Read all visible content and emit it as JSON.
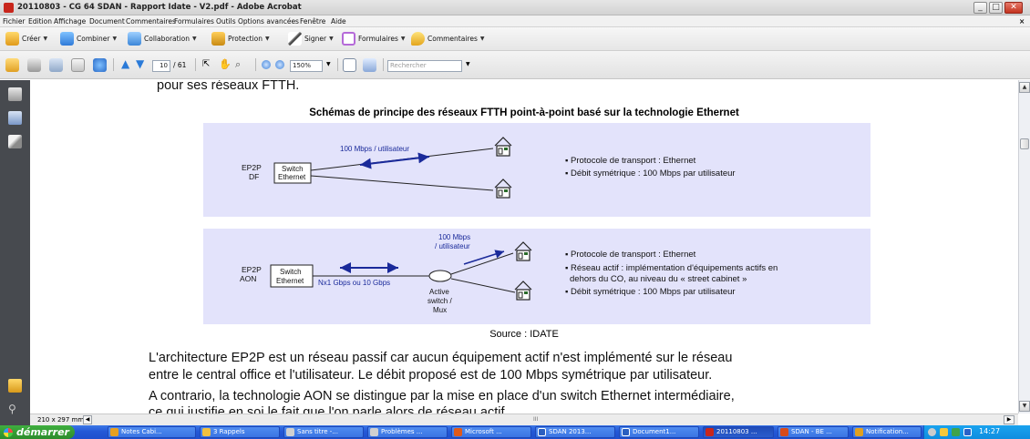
{
  "window": {
    "title": "20110803 - CG 64 SDAN - Rapport Idate - V2.pdf - Adobe Acrobat",
    "controls": {
      "minimize": "_",
      "maximize": "□",
      "close": "✕"
    }
  },
  "menubar": {
    "items": [
      "Fichier",
      "Edition",
      "Affichage",
      "Document",
      "Commentaires",
      "Formulaires",
      "Outils",
      "Options avancées",
      "Fenêtre",
      "Aide"
    ],
    "close_glyph": "×"
  },
  "toolbar1": {
    "buttons": [
      {
        "label": "Créer",
        "icon": "create-pdf-icon"
      },
      {
        "label": "Combiner",
        "icon": "combine-icon"
      },
      {
        "label": "Collaboration",
        "icon": "collaboration-icon"
      },
      {
        "label": "Protection",
        "icon": "lock-icon"
      },
      {
        "label": "Signer",
        "icon": "pen-icon"
      },
      {
        "label": "Formulaires",
        "icon": "form-icon"
      },
      {
        "label": "Commentaires",
        "icon": "comment-icon"
      }
    ]
  },
  "toolbar2": {
    "page_current": "10",
    "page_total": "/ 61",
    "zoom": "150%",
    "search_placeholder": "Rechercher"
  },
  "document": {
    "line_top": "pour ses réseaux FTTH.",
    "heading": "Schémas de principe des réseaux FTTH point-à-point basé sur la technologie Ethernet",
    "diagram1": {
      "label_line1": "EP2P",
      "label_line2": "DF",
      "switch_line1": "Switch",
      "switch_line2": "Ethernet",
      "bandwidth": "100 Mbps / utilisateur",
      "bullets": [
        "▪ Protocole de transport : Ethernet",
        "▪ Débit symétrique : 100 Mbps par utilisateur"
      ]
    },
    "diagram2": {
      "label_line1": "EP2P",
      "label_line2": "AON",
      "switch_line1": "Switch",
      "switch_line2": "Ethernet",
      "link_label": "Nx1 Gbps ou 10 Gbps",
      "bandwidth_line1": "100 Mbps",
      "bandwidth_line2": "/ utilisateur",
      "active_line1": "Active",
      "active_line2": "switch /",
      "active_line3": "Mux",
      "bullets": [
        "▪ Protocole de transport : Ethernet",
        "▪ Réseau actif : implémentation d'équipements actifs en",
        "dehors du CO, au niveau du « street cabinet »",
        "▪ Débit symétrique : 100 Mbps par utilisateur"
      ]
    },
    "source": "Source : IDATE",
    "para1_line1": "L'architecture EP2P est un réseau passif car aucun équipement actif n'est implémenté sur le réseau",
    "para1_line2": "entre le central office et l'utilisateur. Le débit proposé est de 100 Mbps symétrique par utilisateur.",
    "para2_line1": "A contrario, la technologie AON se distingue par la mise en place d'un switch Ethernet intermédiaire,",
    "para2_line2": "ce qui justifie en soi le fait que l'on parle alors de réseau actif"
  },
  "statusbar": {
    "page_size": "210 x 297 mm",
    "hscroll_glyph": "III"
  },
  "taskbar": {
    "start": "démarrer",
    "tasks": [
      {
        "label": "Notes Cabi...",
        "color": "#e8a020"
      },
      {
        "label": "3 Rappels",
        "color": "#f0c040"
      },
      {
        "label": "Sans titre -...",
        "color": "#d0d0d0"
      },
      {
        "label": "Problèmes ...",
        "color": "#d0d0d0"
      },
      {
        "label": "Microsoft ...",
        "color": "#e05a1a"
      },
      {
        "label": "SDAN 2013...",
        "color": "#2b5fc0"
      },
      {
        "label": "Document1...",
        "color": "#2b5fc0"
      },
      {
        "label": "20110803 ...",
        "color": "#c8261c"
      },
      {
        "label": "SDAN - BE ...",
        "color": "#d84a1a"
      },
      {
        "label": "Notification...",
        "color": "#e0a020"
      }
    ],
    "clock": "14:27"
  }
}
